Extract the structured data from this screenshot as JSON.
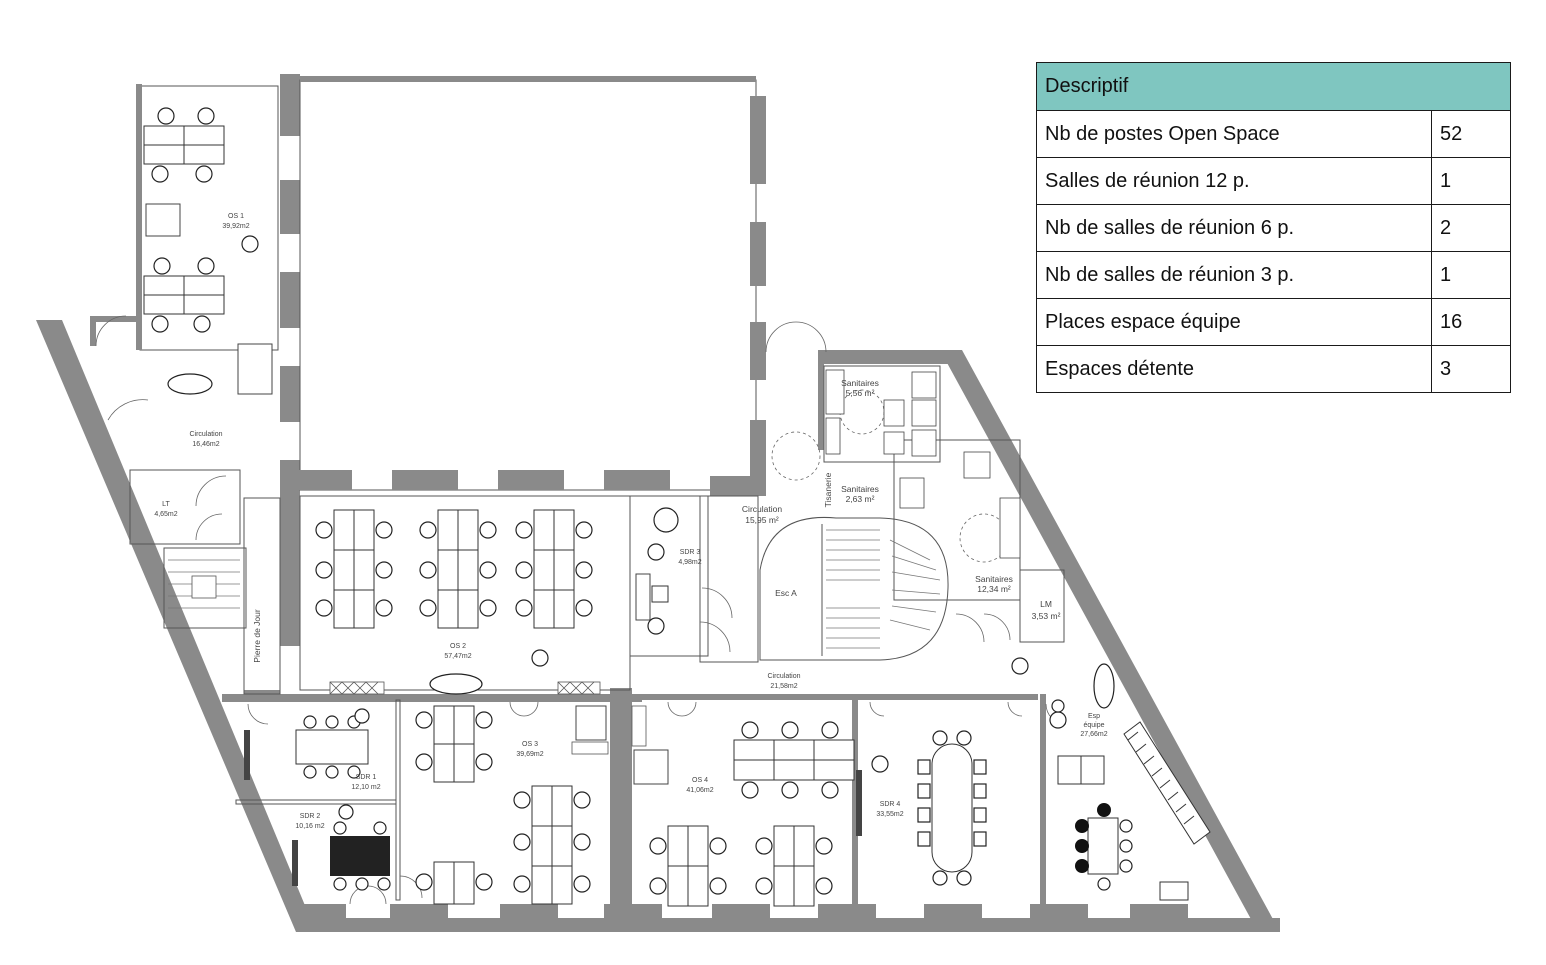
{
  "table": {
    "header": "Descriptif",
    "rows": [
      {
        "label": "Nb de postes Open Space",
        "value": "52"
      },
      {
        "label": "Salles de réunion 12 p.",
        "value": "1"
      },
      {
        "label": "Nb de salles de réunion 6 p.",
        "value": "2"
      },
      {
        "label": "Nb de salles de réunion 3 p.",
        "value": "1"
      },
      {
        "label": "Places espace équipe",
        "value": "16"
      },
      {
        "label": "Espaces détente",
        "value": "3"
      }
    ]
  },
  "rooms": {
    "os1": {
      "name": "OS 1",
      "area": "39,92m2"
    },
    "circ1": {
      "name": "Circulation",
      "area": "16,46m2"
    },
    "lt": {
      "name": "LT",
      "area": "4,65m2"
    },
    "os2": {
      "name": "OS 2",
      "area": "57,47m2"
    },
    "sdr3": {
      "name": "SDR 3",
      "area": "4,98m2"
    },
    "circ2": {
      "name": "Circulation",
      "area": "15,95 m²"
    },
    "esca": {
      "name": "Esc A"
    },
    "san1": {
      "name": "Sanitaires",
      "area": "5,56 m²"
    },
    "san2": {
      "name": "Sanitaires",
      "area": "2,63 m²"
    },
    "san3": {
      "name": "Sanitaires",
      "area": "12,34 m²"
    },
    "lm": {
      "name": "LM",
      "area": "3,53 m²"
    },
    "tisan": {
      "name": "Tisanerie"
    },
    "circ3": {
      "name": "Circulation",
      "area": "21,58m2"
    },
    "sdr1": {
      "name": "SDR 1",
      "area": "12,10 m2"
    },
    "sdr2": {
      "name": "SDR 2",
      "area": "10,16 m2"
    },
    "os3": {
      "name": "OS 3",
      "area": "39,69m2"
    },
    "os4": {
      "name": "OS 4",
      "area": "41,06m2"
    },
    "sdr4": {
      "name": "SDR 4",
      "area": "33,55m2"
    },
    "esp": {
      "name": "Esp",
      "name2": "équipe",
      "area": "27,66m2"
    },
    "pdj": {
      "name": "Pierre de Jour"
    }
  }
}
